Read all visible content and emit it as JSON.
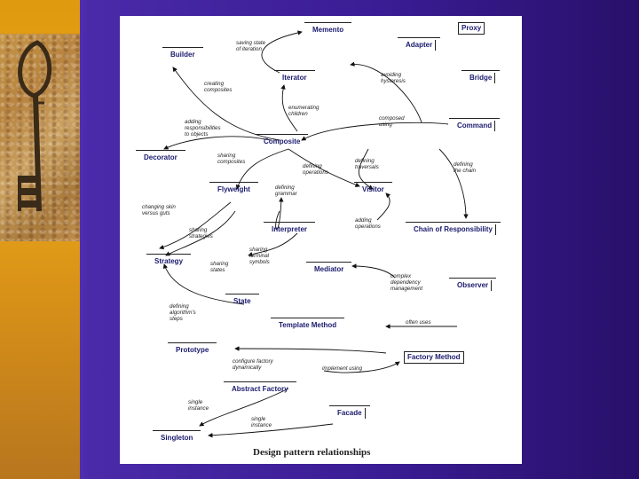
{
  "caption": "Design pattern relationships",
  "nodes": {
    "memento": "Memento",
    "proxy": "Proxy",
    "builder": "Builder",
    "adapter": "Adapter",
    "iterator": "Iterator",
    "bridge": "Bridge",
    "command": "Command",
    "composite": "Composite",
    "decorator": "Decorator",
    "flyweight": "Flyweight",
    "visitor": "Visitor",
    "interpreter": "Interpreter",
    "chain": "Chain of Responsibility",
    "strategy": "Strategy",
    "mediator": "Mediator",
    "observer": "Observer",
    "state": "State",
    "template_method": "Template Method",
    "prototype": "Prototype",
    "factory_method": "Factory Method",
    "abstract_factory": "Abstract Factory",
    "facade": "Facade",
    "singleton": "Singleton"
  },
  "labels": {
    "saving_state": "saving state\nof iteration",
    "creating_composites": "creating\ncomposites",
    "avoiding_hysteresis": "avoiding\nhysteresis",
    "enumerating_children": "enumerating\nchildren",
    "adding_responsibilities": "adding\nresponsibilities\nto objects",
    "composed_using": "composed\nusing",
    "sharing_composites": "sharing\ncomposites",
    "defining_operations": "defining\noperations",
    "defining_traversals": "defining\ntraversals",
    "defining_the_chain": "defining\nthe chain",
    "defining_grammar": "defining\ngrammar",
    "changing_skin": "changing skin\nversus guts",
    "adding_operations": "adding\noperations",
    "sharing_strategies": "sharing\nstrategies",
    "sharing_terminal": "sharing\nterminal\nsymbols",
    "sharing_states": "sharing\nstates",
    "complex_dependency": "complex\ndependency\nmanagement",
    "defining_steps": "defining\nalgorithm's\nsteps",
    "often_uses": "often uses",
    "configure_factory": "configure factory\ndynamically",
    "implement_using": "implement using",
    "single_instance_1": "single\ninstance",
    "single_instance_2": "single\ninstance"
  }
}
